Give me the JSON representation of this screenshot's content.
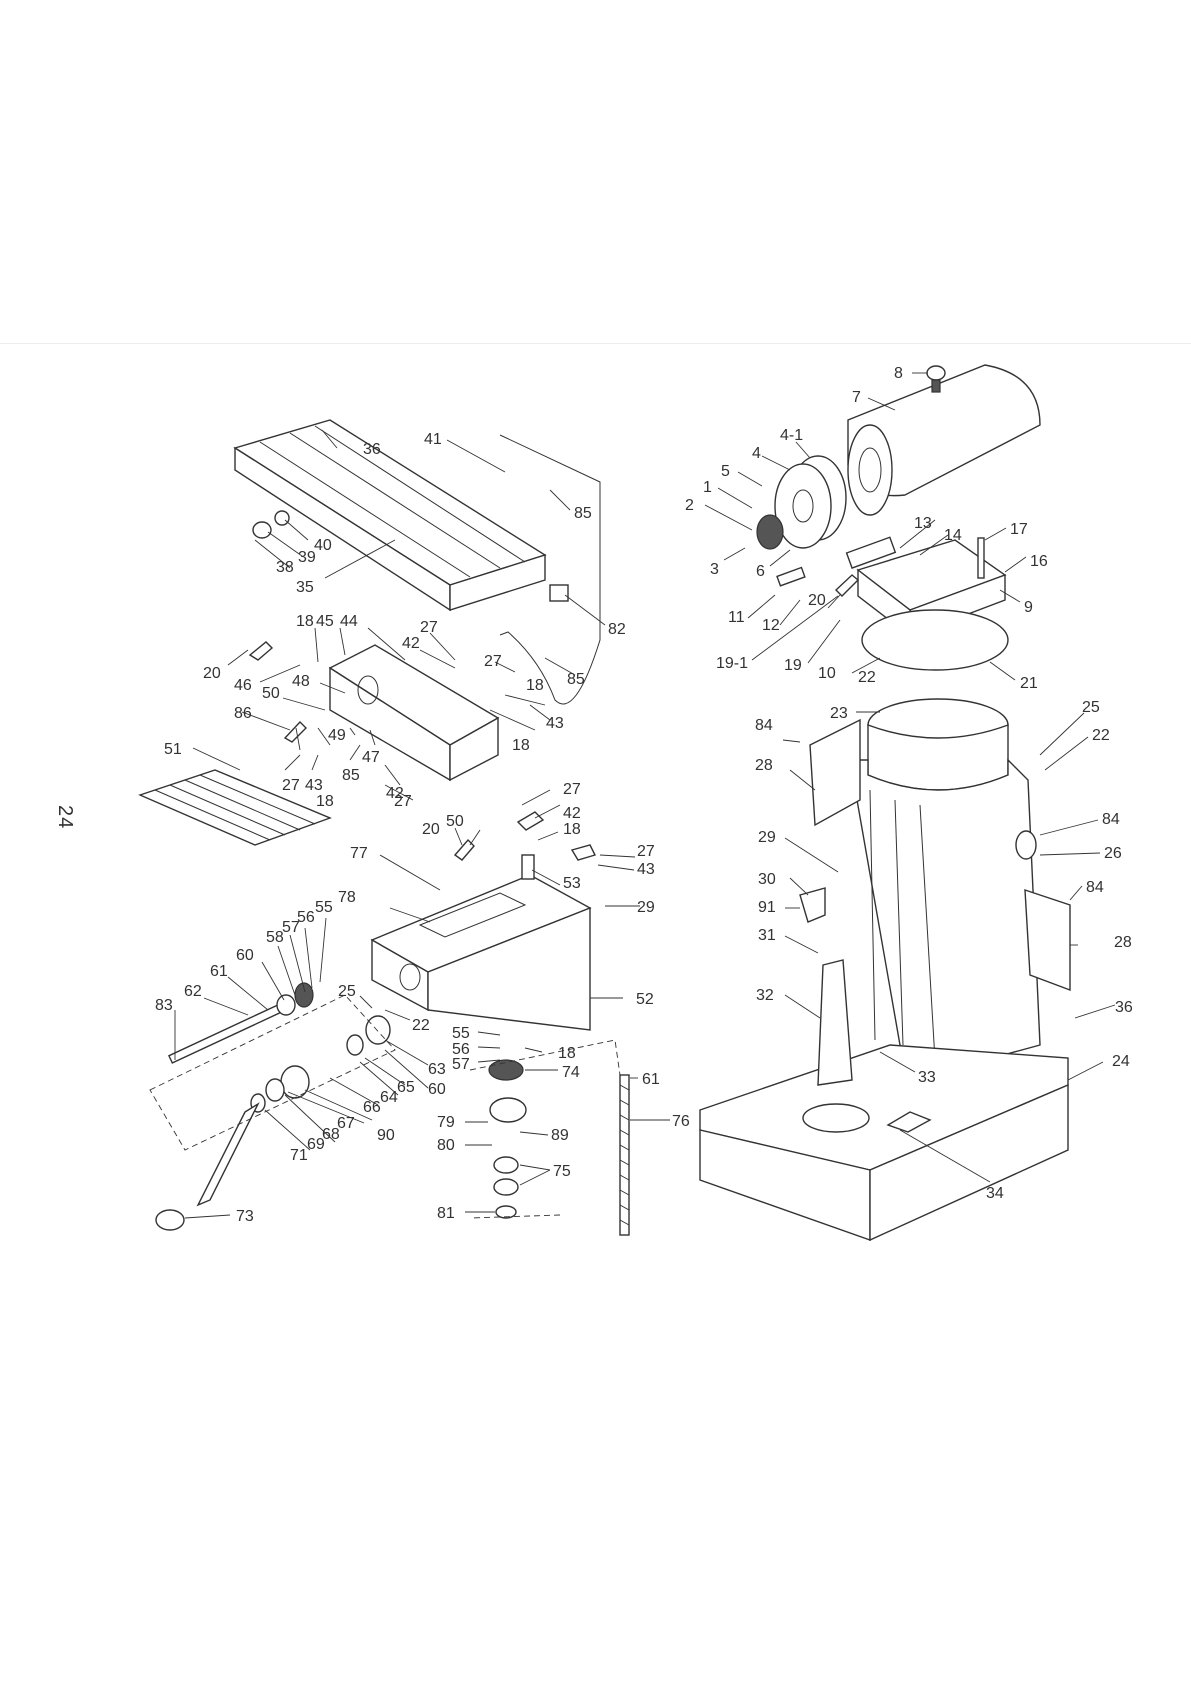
{
  "page": {
    "page_number": "24"
  },
  "diagram": {
    "callouts": [
      {
        "id": "c8",
        "label": "8"
      },
      {
        "id": "c7",
        "label": "7"
      },
      {
        "id": "c4-1",
        "label": "4-1"
      },
      {
        "id": "c4",
        "label": "4"
      },
      {
        "id": "c5",
        "label": "5"
      },
      {
        "id": "c1",
        "label": "1"
      },
      {
        "id": "c2",
        "label": "2"
      },
      {
        "id": "c3",
        "label": "3"
      },
      {
        "id": "c6",
        "label": "6"
      },
      {
        "id": "c13",
        "label": "13"
      },
      {
        "id": "c14",
        "label": "14"
      },
      {
        "id": "c17",
        "label": "17"
      },
      {
        "id": "c16",
        "label": "16"
      },
      {
        "id": "c9",
        "label": "9"
      },
      {
        "id": "c11",
        "label": "11"
      },
      {
        "id": "c12",
        "label": "12"
      },
      {
        "id": "c20r",
        "label": "20"
      },
      {
        "id": "c19-1",
        "label": "19-1"
      },
      {
        "id": "c19",
        "label": "19"
      },
      {
        "id": "c10",
        "label": "10"
      },
      {
        "id": "c22r",
        "label": "22"
      },
      {
        "id": "c21",
        "label": "21"
      },
      {
        "id": "c23",
        "label": "23"
      },
      {
        "id": "c25r",
        "label": "25"
      },
      {
        "id": "c22rr",
        "label": "22"
      },
      {
        "id": "c84a",
        "label": "84"
      },
      {
        "id": "c28a",
        "label": "28"
      },
      {
        "id": "c84b",
        "label": "84"
      },
      {
        "id": "c26",
        "label": "26"
      },
      {
        "id": "c29r",
        "label": "29"
      },
      {
        "id": "c30",
        "label": "30"
      },
      {
        "id": "c91",
        "label": "91"
      },
      {
        "id": "c84c",
        "label": "84"
      },
      {
        "id": "c31",
        "label": "31"
      },
      {
        "id": "c28b",
        "label": "28"
      },
      {
        "id": "c32",
        "label": "32"
      },
      {
        "id": "c36r",
        "label": "36"
      },
      {
        "id": "c33",
        "label": "33"
      },
      {
        "id": "c24",
        "label": "24"
      },
      {
        "id": "c34",
        "label": "34"
      },
      {
        "id": "c36",
        "label": "36"
      },
      {
        "id": "c41",
        "label": "41"
      },
      {
        "id": "c85a",
        "label": "85"
      },
      {
        "id": "c40",
        "label": "40"
      },
      {
        "id": "c39",
        "label": "39"
      },
      {
        "id": "c38",
        "label": "38"
      },
      {
        "id": "c35",
        "label": "35"
      },
      {
        "id": "c82",
        "label": "82"
      },
      {
        "id": "c18a",
        "label": "18"
      },
      {
        "id": "c45",
        "label": "45"
      },
      {
        "id": "c44",
        "label": "44"
      },
      {
        "id": "c27a",
        "label": "27"
      },
      {
        "id": "c42a",
        "label": "42"
      },
      {
        "id": "c27b",
        "label": "27"
      },
      {
        "id": "c85b",
        "label": "85"
      },
      {
        "id": "c20a",
        "label": "20"
      },
      {
        "id": "c46",
        "label": "46"
      },
      {
        "id": "c48",
        "label": "48"
      },
      {
        "id": "c50a",
        "label": "50"
      },
      {
        "id": "c18b",
        "label": "18"
      },
      {
        "id": "c43a",
        "label": "43"
      },
      {
        "id": "c86",
        "label": "86"
      },
      {
        "id": "c18c",
        "label": "18"
      },
      {
        "id": "c49",
        "label": "49"
      },
      {
        "id": "c47",
        "label": "47"
      },
      {
        "id": "c51",
        "label": "51"
      },
      {
        "id": "c27c",
        "label": "27"
      },
      {
        "id": "c43b",
        "label": "43"
      },
      {
        "id": "c85c",
        "label": "85"
      },
      {
        "id": "c42b",
        "label": "42"
      },
      {
        "id": "c27d",
        "label": "27"
      },
      {
        "id": "c18d",
        "label": "18"
      },
      {
        "id": "c27e",
        "label": "27"
      },
      {
        "id": "c42c",
        "label": "42"
      },
      {
        "id": "c18e",
        "label": "18"
      },
      {
        "id": "c20b",
        "label": "20"
      },
      {
        "id": "c50b",
        "label": "50"
      },
      {
        "id": "c27f",
        "label": "27"
      },
      {
        "id": "c43c",
        "label": "43"
      },
      {
        "id": "c77",
        "label": "77"
      },
      {
        "id": "c53",
        "label": "53"
      },
      {
        "id": "c29",
        "label": "29"
      },
      {
        "id": "c78",
        "label": "78"
      },
      {
        "id": "c55a",
        "label": "55"
      },
      {
        "id": "c56a",
        "label": "56"
      },
      {
        "id": "c57a",
        "label": "57"
      },
      {
        "id": "c58",
        "label": "58"
      },
      {
        "id": "c60a",
        "label": "60"
      },
      {
        "id": "c61a",
        "label": "61"
      },
      {
        "id": "c52",
        "label": "52"
      },
      {
        "id": "c62",
        "label": "62"
      },
      {
        "id": "c25",
        "label": "25"
      },
      {
        "id": "c83",
        "label": "83"
      },
      {
        "id": "c22",
        "label": "22"
      },
      {
        "id": "c55b",
        "label": "55"
      },
      {
        "id": "c56b",
        "label": "56"
      },
      {
        "id": "c57b",
        "label": "57"
      },
      {
        "id": "c18f",
        "label": "18"
      },
      {
        "id": "c63",
        "label": "63"
      },
      {
        "id": "c60b",
        "label": "60"
      },
      {
        "id": "c74",
        "label": "74"
      },
      {
        "id": "c61b",
        "label": "61"
      },
      {
        "id": "c65",
        "label": "65"
      },
      {
        "id": "c64",
        "label": "64"
      },
      {
        "id": "c66",
        "label": "66"
      },
      {
        "id": "c67",
        "label": "67"
      },
      {
        "id": "c90",
        "label": "90"
      },
      {
        "id": "c68",
        "label": "68"
      },
      {
        "id": "c69",
        "label": "69"
      },
      {
        "id": "c71",
        "label": "71"
      },
      {
        "id": "c79",
        "label": "79"
      },
      {
        "id": "c76",
        "label": "76"
      },
      {
        "id": "c89",
        "label": "89"
      },
      {
        "id": "c80",
        "label": "80"
      },
      {
        "id": "c75",
        "label": "75"
      },
      {
        "id": "c81",
        "label": "81"
      },
      {
        "id": "c73",
        "label": "73"
      }
    ]
  }
}
